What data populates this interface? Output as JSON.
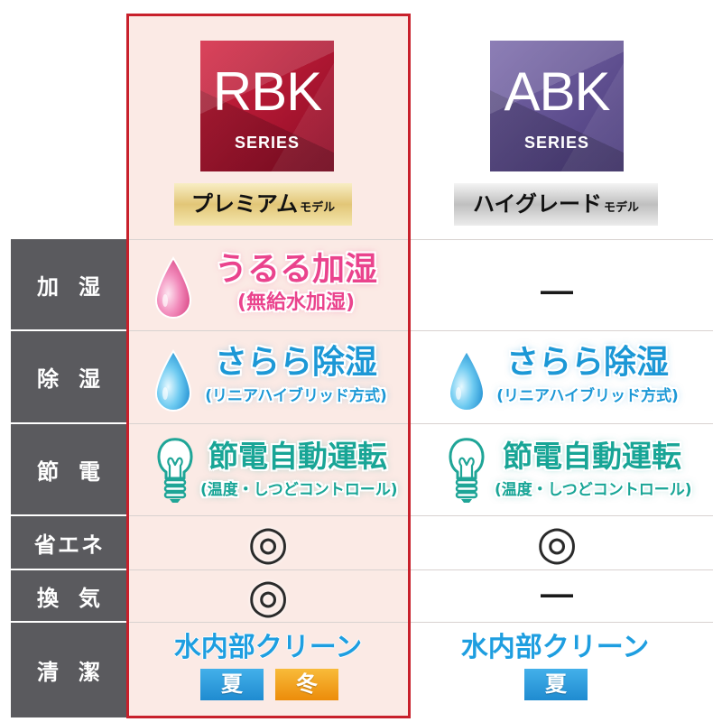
{
  "header": {
    "rbk": {
      "logo_main": "RBK",
      "logo_sub": "SERIES",
      "model_main": "プレミアム",
      "model_sub": "モデル"
    },
    "abk": {
      "logo_main": "ABK",
      "logo_sub": "SERIES",
      "model_main": "ハイグレード",
      "model_sub": "モデル"
    }
  },
  "rows": [
    {
      "label": "加湿",
      "rbk": {
        "icon": "pink-water-drop-icon",
        "title": "うるる加湿",
        "subtitle": "(無給水加湿)"
      },
      "abk": {
        "mark": "—"
      }
    },
    {
      "label": "除湿",
      "rbk": {
        "icon": "blue-water-drop-icon",
        "title": "さらら除湿",
        "subtitle": "(リニアハイブリッド方式)"
      },
      "abk": {
        "icon": "blue-water-drop-icon",
        "title": "さらら除湿",
        "subtitle": "(リニアハイブリッド方式)"
      }
    },
    {
      "label": "節電",
      "rbk": {
        "icon": "light-bulb-icon",
        "title": "節電自動運転",
        "subtitle": "(温度・しつどコントロール)"
      },
      "abk": {
        "icon": "light-bulb-icon",
        "title": "節電自動運転",
        "subtitle": "(温度・しつどコントロール)"
      }
    },
    {
      "label": "省エネ",
      "rbk": {
        "mark": "◎"
      },
      "abk": {
        "mark": "◎"
      }
    },
    {
      "label": "換気",
      "rbk": {
        "mark": "◎"
      },
      "abk": {
        "mark": "—"
      }
    },
    {
      "label": "清潔",
      "rbk": {
        "title": "水内部クリーン",
        "seasons": [
          "夏",
          "冬"
        ]
      },
      "abk": {
        "title": "水内部クリーン",
        "seasons": [
          "夏"
        ]
      }
    }
  ],
  "colors": {
    "highlight_border": "#c8202b",
    "highlight_bg": "#fbeae5",
    "label_bg": "#5a5a5e",
    "rbk_logo": "#b3142f",
    "abk_logo": "#5e4e93",
    "pink_text": "#ea438d",
    "blue_text": "#1c98d6",
    "teal_text": "#18a596",
    "summer": "#2b9fe0",
    "winter": "#f2a01a"
  }
}
